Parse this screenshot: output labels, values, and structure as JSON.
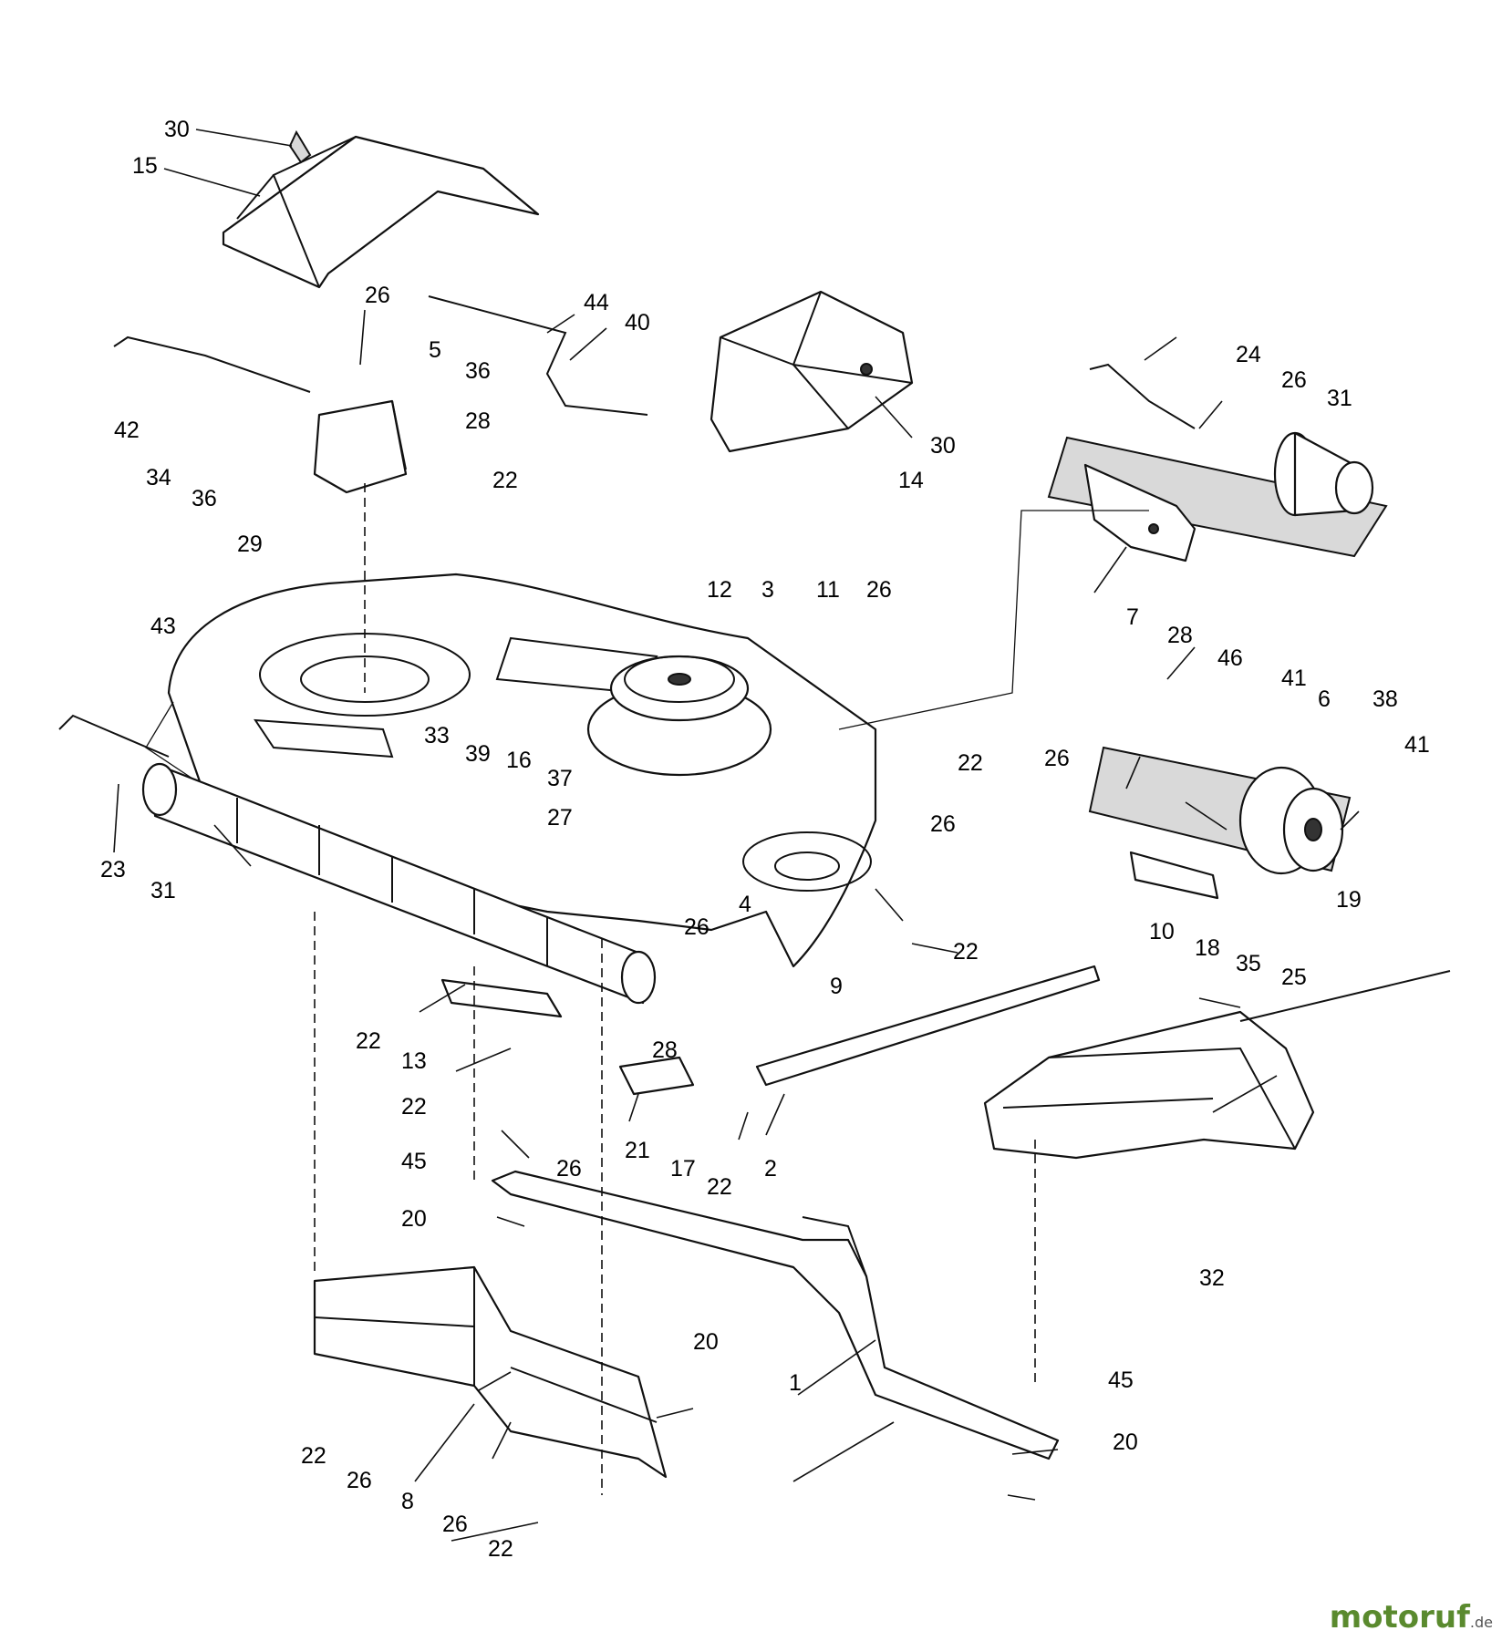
{
  "labels": [
    "1",
    "2",
    "3",
    "4",
    "5",
    "6",
    "7",
    "8",
    "9",
    "10",
    "11",
    "12",
    "13",
    "14",
    "15",
    "16",
    "17",
    "18",
    "19",
    "20",
    "21",
    "22",
    "23",
    "24",
    "25",
    "26",
    "27",
    "28",
    "29",
    "30",
    "31",
    "32",
    "33",
    "34",
    "35",
    "36",
    "37",
    "38",
    "39",
    "40",
    "41",
    "42",
    "43",
    "44",
    "45",
    "46"
  ],
  "watermark": {
    "main": "motoruf",
    "suffix": ".de"
  }
}
